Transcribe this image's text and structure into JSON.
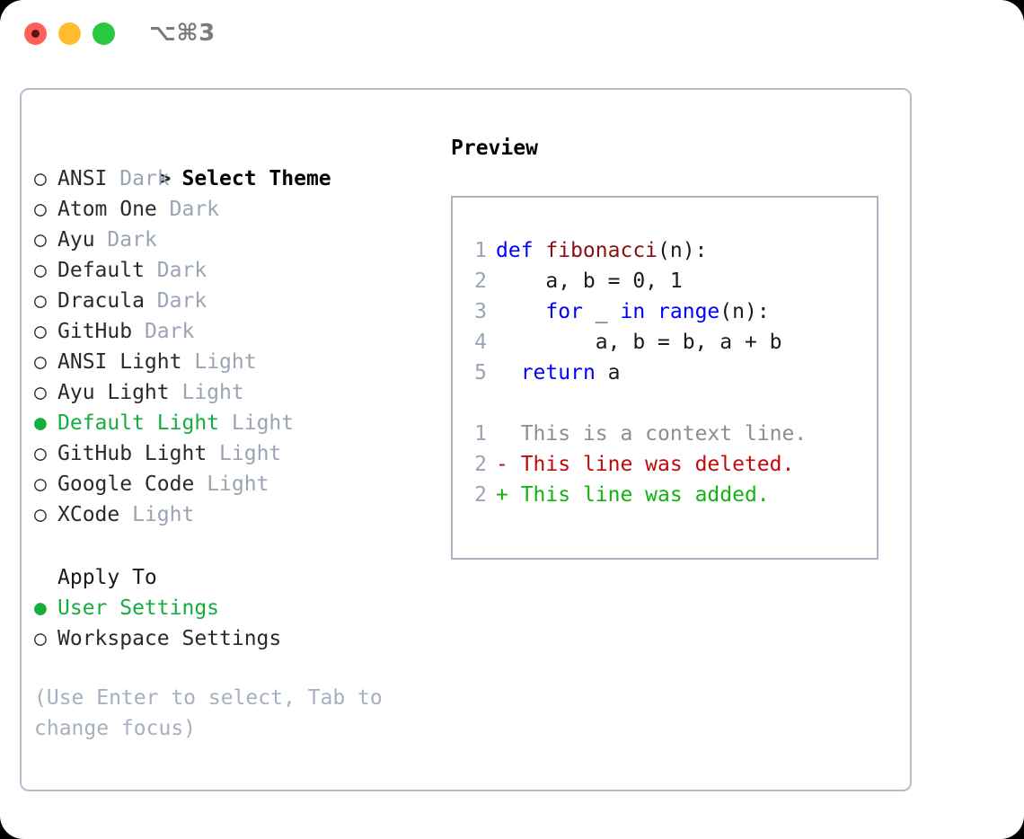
{
  "window": {
    "title": "⌥⌘3",
    "traffic_lights": [
      "close-red",
      "minimize-yellow",
      "maximize-green"
    ]
  },
  "theme_list": {
    "header_marker": ">",
    "header_label": "Select Theme",
    "items": [
      {
        "marker": "○",
        "name": "ANSI",
        "category": "Dark",
        "selected": false
      },
      {
        "marker": "○",
        "name": "Atom One",
        "category": "Dark",
        "selected": false
      },
      {
        "marker": "○",
        "name": "Ayu",
        "category": "Dark",
        "selected": false
      },
      {
        "marker": "○",
        "name": "Default",
        "category": "Dark",
        "selected": false
      },
      {
        "marker": "○",
        "name": "Dracula",
        "category": "Dark",
        "selected": false
      },
      {
        "marker": "○",
        "name": "GitHub",
        "category": "Dark",
        "selected": false
      },
      {
        "marker": "○",
        "name": "ANSI Light",
        "category": "Light",
        "selected": false
      },
      {
        "marker": "○",
        "name": "Ayu Light",
        "category": "Light",
        "selected": false
      },
      {
        "marker": "●",
        "name": "Default Light",
        "category": "Light",
        "selected": true
      },
      {
        "marker": "○",
        "name": "GitHub Light",
        "category": "Light",
        "selected": false
      },
      {
        "marker": "○",
        "name": "Google Code",
        "category": "Light",
        "selected": false
      },
      {
        "marker": "○",
        "name": "XCode",
        "category": "Light",
        "selected": false
      }
    ]
  },
  "apply_to": {
    "title": "Apply To",
    "options": [
      {
        "marker": "●",
        "label": "User Settings",
        "selected": true
      },
      {
        "marker": "○",
        "label": "Workspace Settings",
        "selected": false
      }
    ]
  },
  "hint": "(Use Enter to select, Tab to change focus)",
  "preview": {
    "title": "Preview",
    "code_lines": [
      {
        "num": "1",
        "tokens": [
          {
            "t": "def ",
            "c": "kw"
          },
          {
            "t": "fibonacci",
            "c": "fn"
          },
          {
            "t": "(n):",
            "c": "tx"
          }
        ]
      },
      {
        "num": "2",
        "tokens": [
          {
            "t": "    a, b = 0, 1",
            "c": "tx"
          }
        ]
      },
      {
        "num": "3",
        "tokens": [
          {
            "t": "    ",
            "c": "tx"
          },
          {
            "t": "for",
            "c": "kw"
          },
          {
            "t": " _ ",
            "c": "tx"
          },
          {
            "t": "in",
            "c": "kw"
          },
          {
            "t": " ",
            "c": "tx"
          },
          {
            "t": "range",
            "c": "kw"
          },
          {
            "t": "(n):",
            "c": "tx"
          }
        ]
      },
      {
        "num": "4",
        "tokens": [
          {
            "t": "        a, b = b, a + b",
            "c": "tx"
          }
        ]
      },
      {
        "num": "5",
        "tokens": [
          {
            "t": "  ",
            "c": "tx"
          },
          {
            "t": "return",
            "c": "kw"
          },
          {
            "t": " a",
            "c": "tx"
          }
        ]
      }
    ],
    "diff_lines": [
      {
        "num": "1",
        "sign": " ",
        "text": " This is a context line.",
        "kind": "ctx"
      },
      {
        "num": "2",
        "sign": "-",
        "text": " This line was deleted.",
        "kind": "del"
      },
      {
        "num": "2",
        "sign": "+",
        "text": " This line was added.",
        "kind": "add"
      }
    ]
  },
  "colors": {
    "selected_green": "#14ae3c",
    "keyword_blue": "#0000ff",
    "function_red": "#8b0f12",
    "diff_delete": "#c00a0a",
    "diff_add": "#12b312",
    "muted_gray": "#9aa4b4",
    "border": "#b4bdcb"
  }
}
